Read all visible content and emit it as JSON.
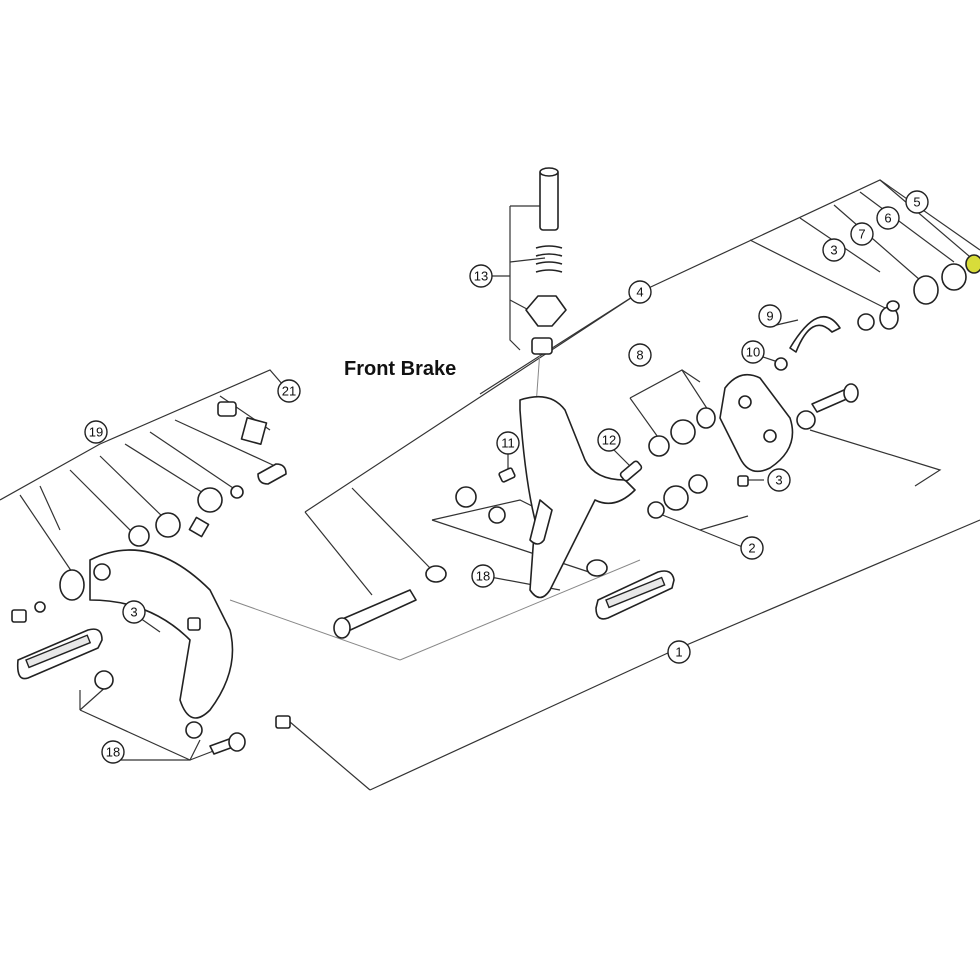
{
  "title": "Front Brake",
  "callouts": [
    "1",
    "2",
    "3",
    "3",
    "3",
    "4",
    "5",
    "6",
    "7",
    "8",
    "9",
    "10",
    "11",
    "12",
    "13",
    "18",
    "18",
    "19",
    "21"
  ],
  "highlight_color": "#d8dc3a"
}
